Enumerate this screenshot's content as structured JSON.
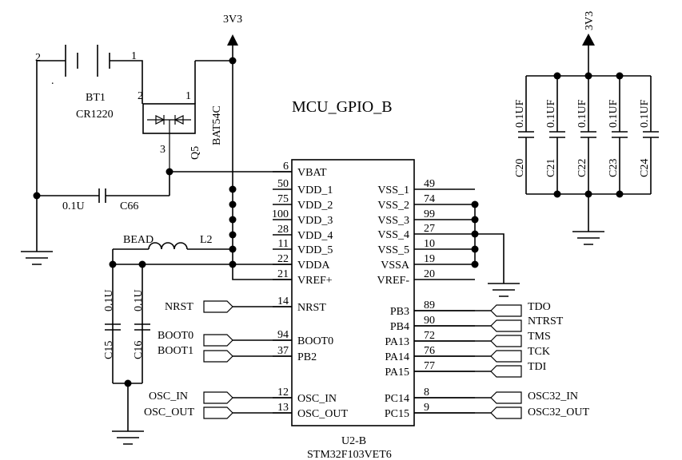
{
  "title": "MCU_GPIO_B",
  "power": {
    "net": "3V3"
  },
  "battery": {
    "ref": "BT1",
    "value": "CR1220",
    "pin_left": "2",
    "pin_right": "1"
  },
  "diode": {
    "ref": "Q5",
    "value": "BAT54C",
    "pin2": "2",
    "pin1": "1",
    "pin3": "3"
  },
  "cap66": {
    "value": "0.1U",
    "ref": "C66"
  },
  "bead": {
    "label": "BEAD",
    "ref": "L2"
  },
  "c15": {
    "value": "0.1U",
    "ref": "C15"
  },
  "c16": {
    "value": "0.1U",
    "ref": "C16"
  },
  "decoupling": {
    "net": "3V3",
    "caps": [
      {
        "value": "0.1UF",
        "ref": "C20"
      },
      {
        "value": "0.1UF",
        "ref": "C21"
      },
      {
        "value": "0.1UF",
        "ref": "C22"
      },
      {
        "value": "0.1UF",
        "ref": "C23"
      },
      {
        "value": "0.1UF",
        "ref": "C24"
      }
    ]
  },
  "chip": {
    "ref": "U2-B",
    "part": "STM32F103VET6",
    "left_pins": [
      {
        "num": "6",
        "name": "VBAT"
      },
      {
        "num": "50",
        "name": "VDD_1"
      },
      {
        "num": "75",
        "name": "VDD_2"
      },
      {
        "num": "100",
        "name": "VDD_3"
      },
      {
        "num": "28",
        "name": "VDD_4"
      },
      {
        "num": "11",
        "name": "VDD_5"
      },
      {
        "num": "22",
        "name": "VDDA"
      },
      {
        "num": "21",
        "name": "VREF+"
      },
      {
        "num": "14",
        "name": "NRST"
      },
      {
        "num": "94",
        "name": "BOOT0"
      },
      {
        "num": "37",
        "name": "PB2"
      },
      {
        "num": "12",
        "name": "OSC_IN"
      },
      {
        "num": "13",
        "name": "OSC_OUT"
      }
    ],
    "right_pins": [
      {
        "num": "49",
        "name": "VSS_1"
      },
      {
        "num": "74",
        "name": "VSS_2"
      },
      {
        "num": "99",
        "name": "VSS_3"
      },
      {
        "num": "27",
        "name": "VSS_4"
      },
      {
        "num": "10",
        "name": "VSS_5"
      },
      {
        "num": "19",
        "name": "VSSA"
      },
      {
        "num": "20",
        "name": "VREF-"
      },
      {
        "num": "89",
        "name": "PB3"
      },
      {
        "num": "90",
        "name": "PB4"
      },
      {
        "num": "72",
        "name": "PA13"
      },
      {
        "num": "76",
        "name": "PA14"
      },
      {
        "num": "77",
        "name": "PA15"
      },
      {
        "num": "8",
        "name": "PC14"
      },
      {
        "num": "9",
        "name": "PC15"
      }
    ]
  },
  "ports": {
    "nrst": "NRST",
    "boot0": "BOOT0",
    "boot1": "BOOT1",
    "osc_in": "OSC_IN",
    "osc_out": "OSC_OUT",
    "tdo": "TDO",
    "ntrst": "NTRST",
    "tms": "TMS",
    "tck": "TCK",
    "tdi": "TDI",
    "osc32_in": "OSC32_IN",
    "osc32_out": "OSC32_OUT"
  }
}
